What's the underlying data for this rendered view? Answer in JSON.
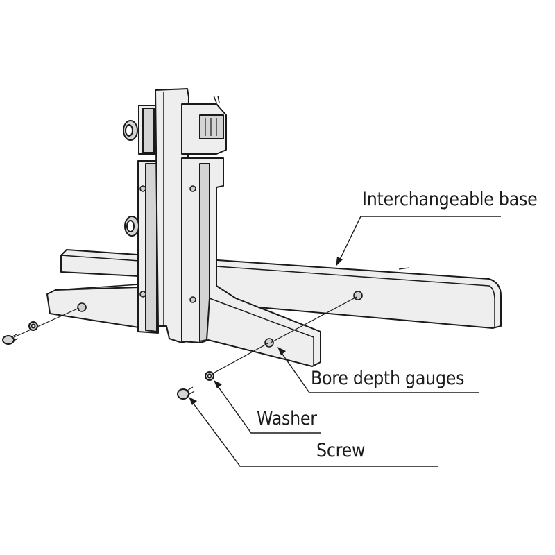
{
  "labels": {
    "interchangeable_base": "Interchangeable base",
    "bore_depth_gauges": "Bore depth gauges",
    "washer": "Washer",
    "screw": "Screw"
  },
  "colors": {
    "line": "#1a1a1a",
    "fill": "#eeeeee",
    "shade": "#d4d4d4",
    "background": "#ffffff"
  }
}
